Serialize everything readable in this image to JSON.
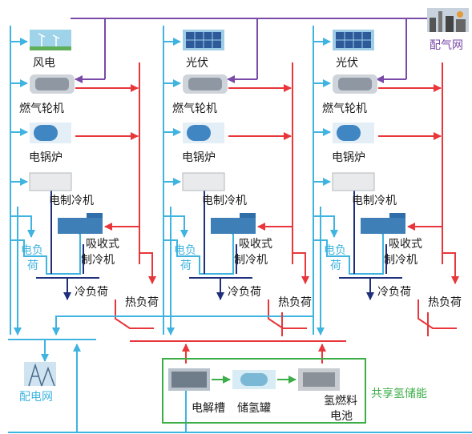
{
  "nodes": {
    "gas_grid": "配气网",
    "power_grid": "配电网",
    "shared_h2": "共享氢储能",
    "electrolyzer": "电解槽",
    "h2_tank": "储氢罐",
    "fuel_cell_1": "氢燃料",
    "fuel_cell_2": "电池"
  },
  "microgrids": [
    {
      "source": "风电",
      "gas_turbine": "燃气轮机",
      "electric_boiler": "电锅炉",
      "electric_chiller": "电制冷机",
      "absorption_chiller_1": "吸收式",
      "absorption_chiller_2": "制冷机",
      "elec_load_1": "电负",
      "elec_load_2": "荷",
      "cool_load": "冷负荷",
      "heat_load": "热负荷"
    },
    {
      "source": "光伏",
      "gas_turbine": "燃气轮机",
      "electric_boiler": "电锅炉",
      "electric_chiller": "电制冷机",
      "absorption_chiller_1": "吸收式",
      "absorption_chiller_2": "制冷机",
      "elec_load_1": "电负",
      "elec_load_2": "荷",
      "cool_load": "冷负荷",
      "heat_load": "热负荷"
    },
    {
      "source": "光伏",
      "gas_turbine": "燃气轮机",
      "electric_boiler": "电锅炉",
      "electric_chiller": "电制冷机",
      "absorption_chiller_1": "吸收式",
      "absorption_chiller_2": "制冷机",
      "elec_load_1": "电负",
      "elec_load_2": "荷",
      "cool_load": "冷负荷",
      "heat_load": "热负荷"
    }
  ],
  "colors": {
    "electric": "#3fb4e0",
    "heat": "#e8363a",
    "gas": "#7a4aa8",
    "cool": "#1f2f7a",
    "storage_box": "#3cae48"
  }
}
